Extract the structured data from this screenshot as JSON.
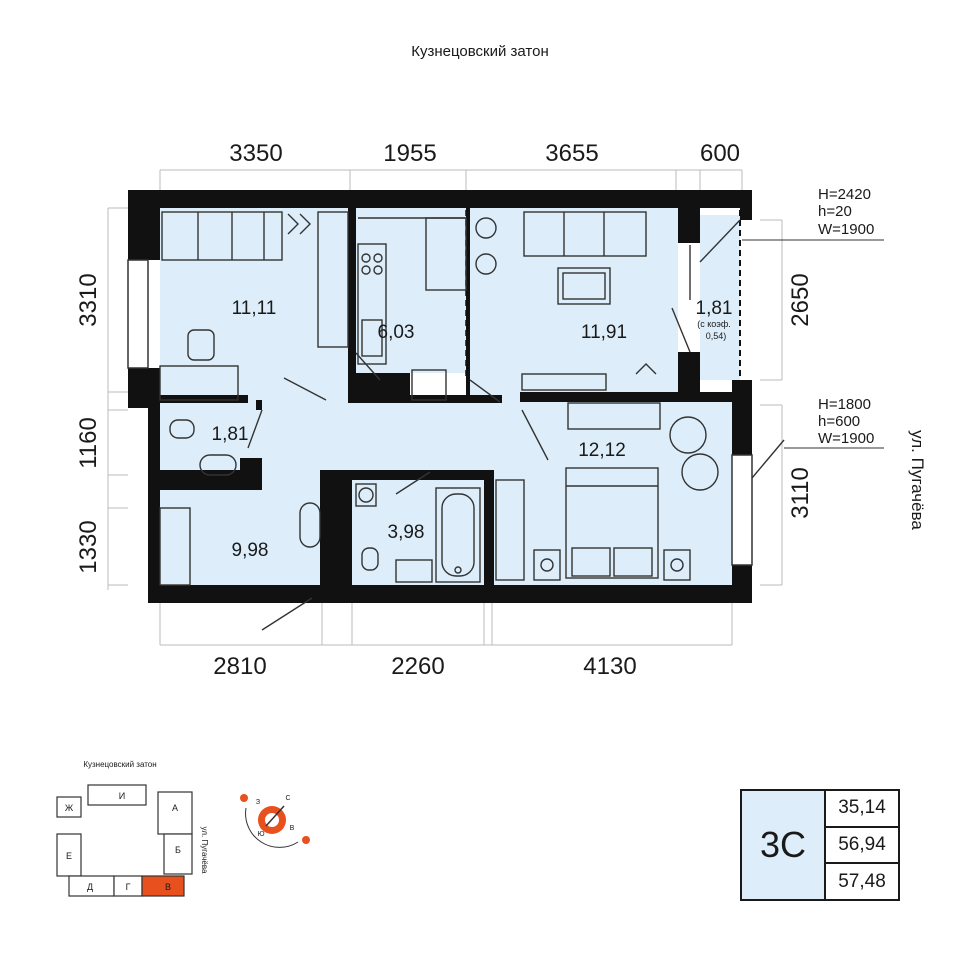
{
  "header": {
    "street_top": "Кузнецовский затон"
  },
  "street_right": "ул. Пугачёва",
  "dimensions": {
    "top": [
      "3350",
      "1955",
      "3655",
      "600"
    ],
    "bottom": [
      "2810",
      "2260",
      "4130"
    ],
    "left": [
      "3310",
      "1160",
      "1330"
    ],
    "right": [
      "2650",
      "3110"
    ]
  },
  "rooms": [
    {
      "area": "11,11"
    },
    {
      "area": "6,03"
    },
    {
      "area": "11,91"
    },
    {
      "area": "1,81",
      "note1": "(с коэф.",
      "note2": "0,54)"
    },
    {
      "area": "1,81"
    },
    {
      "area": "12,12"
    },
    {
      "area": "9,98"
    },
    {
      "area": "3,98"
    }
  ],
  "windows": {
    "top": [
      "H=2420",
      "h=20",
      "W=1900"
    ],
    "mid": [
      "H=1800",
      "h=600",
      "W=1900"
    ]
  },
  "site_plan": {
    "street_top": "Кузнецовский затон",
    "street_right": "ул. Пугачёва",
    "blocks": [
      "Ж",
      "И",
      "А",
      "Е",
      "Б",
      "Д",
      "Г",
      "В"
    ],
    "highlight": "В",
    "highlight_color": "#e8501e"
  },
  "compass": {
    "labels": [
      "З",
      "С",
      "Ю",
      "В"
    ],
    "accent": "#e8501e"
  },
  "apartment": {
    "type": "3С",
    "areas": [
      "35,14",
      "56,94",
      "57,48"
    ]
  },
  "colors": {
    "room_fill": "#ddeefa",
    "wall": "#111111"
  }
}
